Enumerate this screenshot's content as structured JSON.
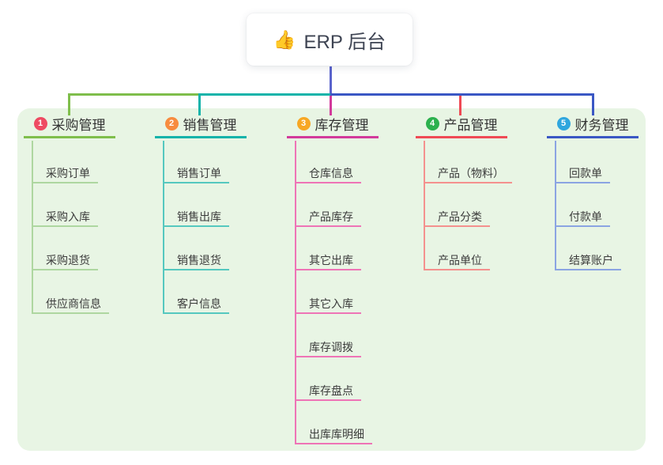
{
  "root": {
    "label": "ERP 后台",
    "icon": "thumbs-up",
    "emoji": "👍"
  },
  "board": {
    "background": "#e8f5e4"
  },
  "connector_colors": {
    "stem": "#5a63cc"
  },
  "branches": [
    {
      "number": "1",
      "label": "采购管理",
      "badge_color": "#ee4a62",
      "accent_color": "#7fbe4b",
      "light_color": "#aed7a0",
      "items": [
        "采购订单",
        "采购入库",
        "采购退货",
        "供应商信息"
      ]
    },
    {
      "number": "2",
      "label": "销售管理",
      "badge_color": "#f78c3f",
      "accent_color": "#13b3aa",
      "light_color": "#55c8bf",
      "items": [
        "销售订单",
        "销售出库",
        "销售退货",
        "客户信息"
      ]
    },
    {
      "number": "3",
      "label": "库存管理",
      "badge_color": "#f7a724",
      "accent_color": "#d23a9b",
      "light_color": "#ee74b6",
      "items": [
        "仓库信息",
        "产品库存",
        "其它出库",
        "其它入库",
        "库存调拨",
        "库存盘点",
        "出库库明细"
      ]
    },
    {
      "number": "4",
      "label": "产品管理",
      "badge_color": "#2cb14e",
      "accent_color": "#ef4a55",
      "light_color": "#f4918e",
      "items": [
        "产品（物料）",
        "产品分类",
        "产品单位"
      ]
    },
    {
      "number": "5",
      "label": "财务管理",
      "badge_color": "#2fa6de",
      "accent_color": "#3a57c4",
      "light_color": "#8ba4e2",
      "items": [
        "回款单",
        "付款单",
        "结算账户"
      ]
    }
  ]
}
